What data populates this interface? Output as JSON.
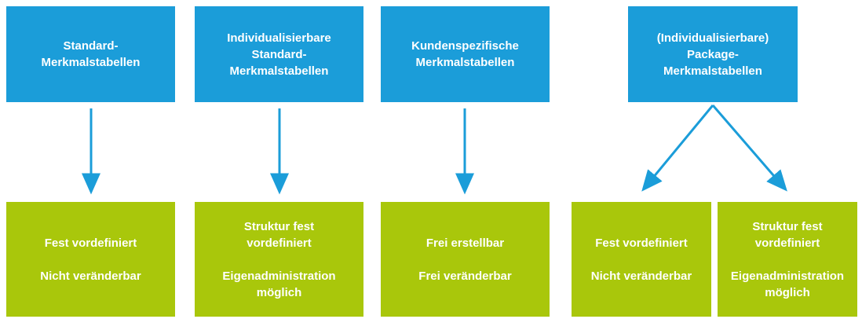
{
  "colors": {
    "box_blue": "#1b9dd9",
    "box_green": "#a9c70b",
    "text": "#ffffff"
  },
  "top_boxes": [
    {
      "id": "standard",
      "label": "Standard-\nMerkmalstabellen"
    },
    {
      "id": "individualisierbare-standard",
      "label": "Individualisierbare\nStandard-\nMerkmalstabellen"
    },
    {
      "id": "kundenspezifische",
      "label": "Kundenspezifische\nMerkmalstabellen"
    },
    {
      "id": "package",
      "label": "(Individualisierbare)\nPackage-\nMerkmalstabellen"
    }
  ],
  "bottom_boxes": [
    {
      "id": "standard-props",
      "label": "Fest vordefiniert\n\nNicht veränderbar"
    },
    {
      "id": "individualisierbare-props",
      "label": "Struktur fest\nvordefiniert\n\nEigenadministration\nmöglich"
    },
    {
      "id": "kundenspezifische-props",
      "label": "Frei erstellbar\n\nFrei veränderbar"
    },
    {
      "id": "package-fixed-props",
      "label": "Fest vordefiniert\n\nNicht veränderbar"
    },
    {
      "id": "package-individual-props",
      "label": "Struktur fest\nvordefiniert\n\nEigenadministration\nmöglich"
    }
  ]
}
